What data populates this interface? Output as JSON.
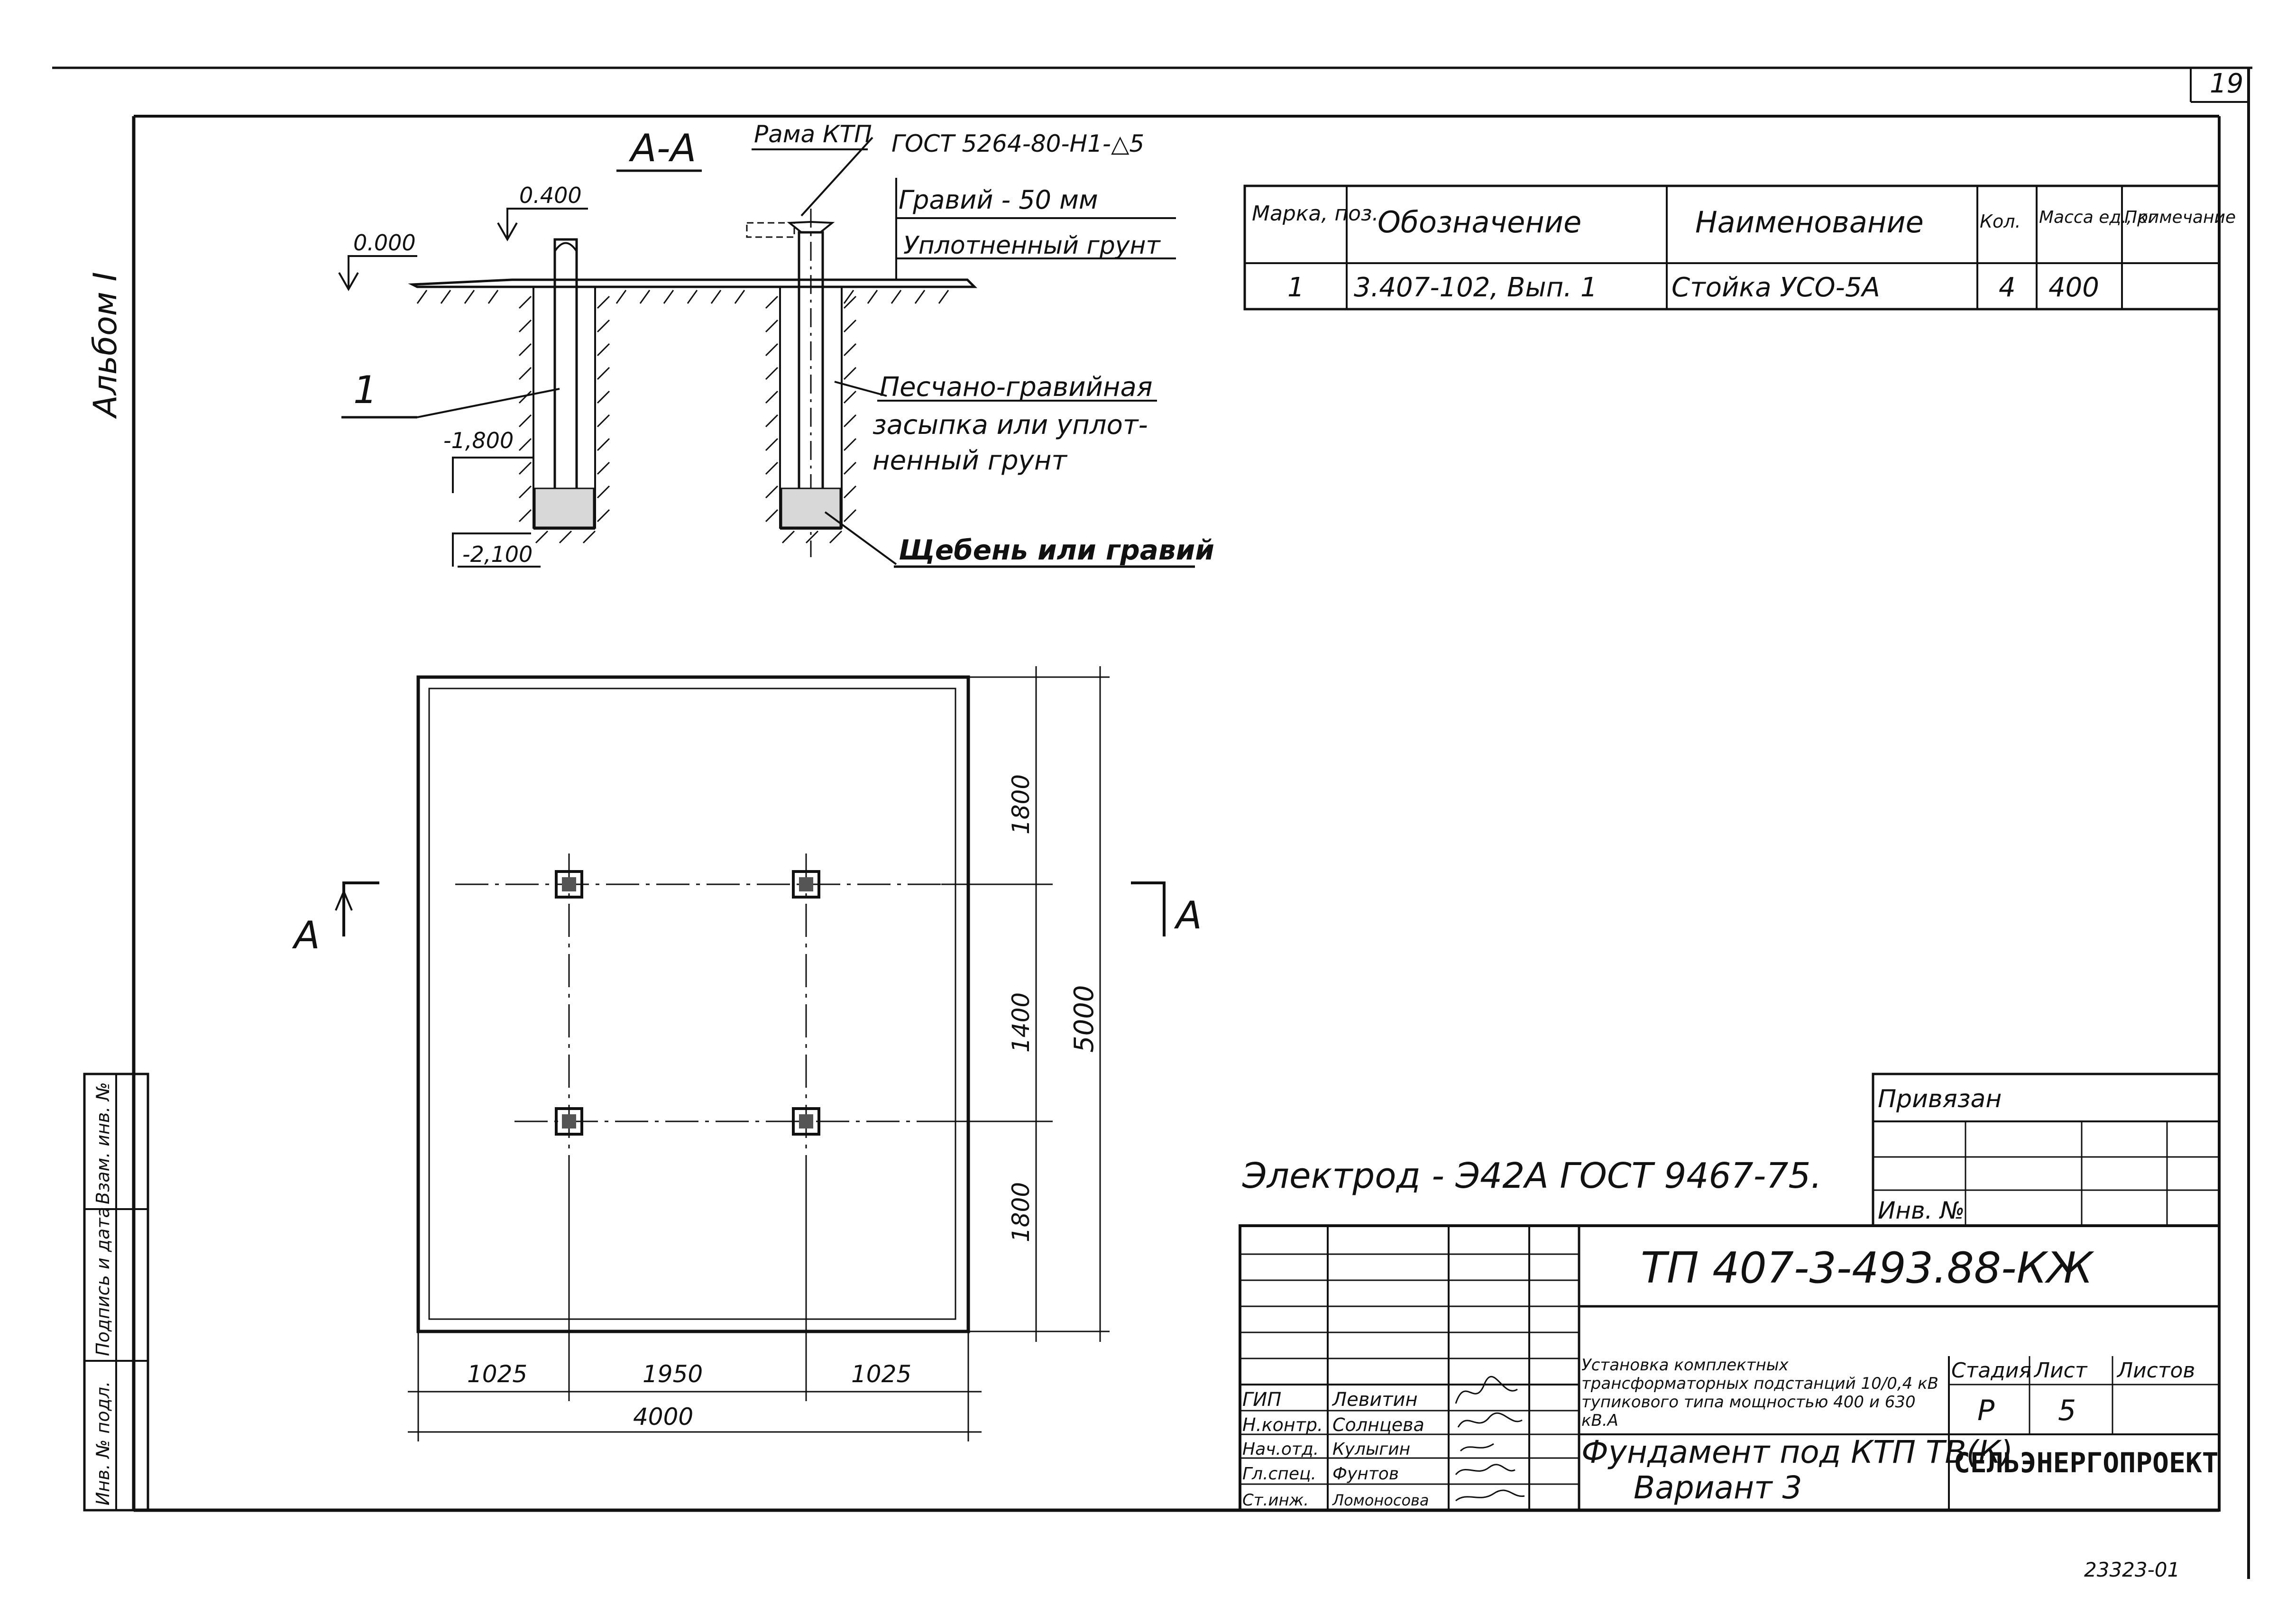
{
  "sheet": {
    "page_number": "19",
    "album": "Альбом I",
    "drawing_code": "ТП 407-3-493.88-КЖ",
    "bottom_code": "23323-01"
  },
  "section": {
    "title": "А-А",
    "frame_label": "Рама КТП",
    "weld_note": "ГОСТ 5264-80-Н1-△5",
    "gravel_note": "Гравий - 50 мм",
    "soil_note": "Уплотненный грунт",
    "backfill_note_1": "Песчано-гравийная",
    "backfill_note_2": "засыпка или уплот-",
    "backfill_note_3": "ненный грунт",
    "base_note": "Щебень или гравий",
    "mark_1": "1",
    "elev_top": "0.400",
    "elev_zero": "0.000",
    "elev_mid": "-1,800",
    "elev_bottom": "-2,100"
  },
  "plan": {
    "dim_left": "1025",
    "dim_mid": "1950",
    "dim_right": "1025",
    "dim_total_w": "4000",
    "dim_top": "1800",
    "dim_center": "1400",
    "dim_bottom": "1800",
    "dim_total_h": "5000",
    "cut_left": "А",
    "cut_right": "А"
  },
  "spec_table": {
    "headers": [
      "Марка, поз.",
      "Обозначение",
      "Наименование",
      "Кол.",
      "Масса ед., кг",
      "Примечание"
    ],
    "rows": [
      [
        "1",
        "3.407-102, Вып. 1",
        "Стойка УСО-5А",
        "4",
        "400",
        ""
      ]
    ]
  },
  "electrode_note": "Электрод - Э42А ГОСТ 9467-75.",
  "binding": {
    "label": "Привязан",
    "inv_label": "Инв. №"
  },
  "title_block": {
    "description": "Установка комплектных трансформаторных подстанций 10/0,4 кВ тупикового типа мощностью 400 и 630 кВ.А",
    "sheet_name_1": "Фундамент под КТП ТВ(К)",
    "sheet_name_2": "Вариант 3",
    "stage_label": "Стадия",
    "sheet_label": "Лист",
    "sheets_label": "Листов",
    "stage_value": "Р",
    "sheet_value": "5",
    "sheets_value": "",
    "organization": "СЕЛЬЭНЕРГОПРОЕКТ",
    "staff": [
      {
        "role": "ГИП",
        "name": "Левитин"
      },
      {
        "role": "Н.контр.",
        "name": "Солнцева"
      },
      {
        "role": "Нач.отд.",
        "name": "Кулыгин"
      },
      {
        "role": "Гл.спец.",
        "name": "Фунтов"
      },
      {
        "role": "Ст.инж.",
        "name": "Ломоносова"
      }
    ]
  },
  "side_stamp": {
    "field_1": "Взам. инв. №",
    "field_2": "Подпись и дата",
    "field_3": "Инв. № подл."
  }
}
